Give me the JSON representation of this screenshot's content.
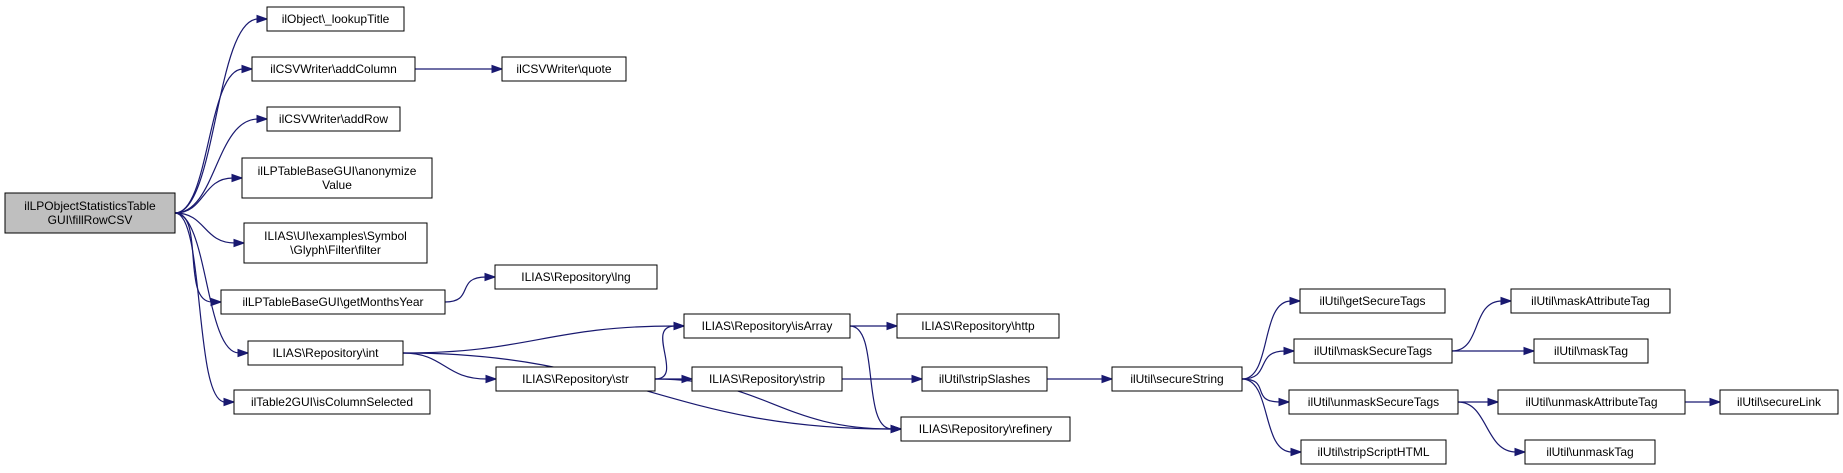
{
  "diagram": {
    "title": "",
    "colors": {
      "edge": "#191970",
      "node_fill": "#ffffff",
      "root_fill": "#bfbfbf",
      "node_border": "#000000"
    },
    "nodes": [
      {
        "id": "root",
        "label": [
          "ilLPObjectStatisticsTable",
          "GUI\\fillRowCSV"
        ],
        "highlight": true
      },
      {
        "id": "lookupTitle",
        "label": [
          "ilObject\\_lookupTitle"
        ]
      },
      {
        "id": "addColumn",
        "label": [
          "ilCSVWriter\\addColumn"
        ]
      },
      {
        "id": "quote",
        "label": [
          "ilCSVWriter\\quote"
        ]
      },
      {
        "id": "addRow",
        "label": [
          "ilCSVWriter\\addRow"
        ]
      },
      {
        "id": "anonymize",
        "label": [
          "ilLPTableBaseGUI\\anonymize",
          "Value"
        ]
      },
      {
        "id": "filter",
        "label": [
          "ILIAS\\UI\\examples\\Symbol",
          "\\Glyph\\Filter\\filter"
        ]
      },
      {
        "id": "getMonths",
        "label": [
          "ilLPTableBaseGUI\\getMonthsYear"
        ]
      },
      {
        "id": "lng",
        "label": [
          "ILIAS\\Repository\\lng"
        ]
      },
      {
        "id": "int",
        "label": [
          "ILIAS\\Repository\\int"
        ]
      },
      {
        "id": "isColSel",
        "label": [
          "ilTable2GUI\\isColumnSelected"
        ]
      },
      {
        "id": "isArray",
        "label": [
          "ILIAS\\Repository\\isArray"
        ]
      },
      {
        "id": "http",
        "label": [
          "ILIAS\\Repository\\http"
        ]
      },
      {
        "id": "str",
        "label": [
          "ILIAS\\Repository\\str"
        ]
      },
      {
        "id": "strip",
        "label": [
          "ILIAS\\Repository\\strip"
        ]
      },
      {
        "id": "refinery",
        "label": [
          "ILIAS\\Repository\\refinery"
        ]
      },
      {
        "id": "stripSlashes",
        "label": [
          "ilUtil\\stripSlashes"
        ]
      },
      {
        "id": "secureString",
        "label": [
          "ilUtil\\secureString"
        ]
      },
      {
        "id": "getSecureTags",
        "label": [
          "ilUtil\\getSecureTags"
        ]
      },
      {
        "id": "maskSecureTags",
        "label": [
          "ilUtil\\maskSecureTags"
        ]
      },
      {
        "id": "unmaskSecureTags",
        "label": [
          "ilUtil\\unmaskSecureTags"
        ]
      },
      {
        "id": "stripScriptHTML",
        "label": [
          "ilUtil\\stripScriptHTML"
        ]
      },
      {
        "id": "maskAttributeTag",
        "label": [
          "ilUtil\\maskAttributeTag"
        ]
      },
      {
        "id": "maskTag",
        "label": [
          "ilUtil\\maskTag"
        ]
      },
      {
        "id": "unmaskAttributeTag",
        "label": [
          "ilUtil\\unmaskAttributeTag"
        ]
      },
      {
        "id": "unmaskTag",
        "label": [
          "ilUtil\\unmaskTag"
        ]
      },
      {
        "id": "secureLink",
        "label": [
          "ilUtil\\secureLink"
        ]
      }
    ],
    "edges": [
      [
        "root",
        "lookupTitle"
      ],
      [
        "root",
        "addColumn"
      ],
      [
        "root",
        "addRow"
      ],
      [
        "root",
        "anonymize"
      ],
      [
        "root",
        "filter"
      ],
      [
        "root",
        "getMonths"
      ],
      [
        "root",
        "int"
      ],
      [
        "root",
        "isColSel"
      ],
      [
        "addColumn",
        "quote"
      ],
      [
        "getMonths",
        "lng"
      ],
      [
        "int",
        "isArray"
      ],
      [
        "int",
        "str"
      ],
      [
        "int",
        "refinery"
      ],
      [
        "isArray",
        "http"
      ],
      [
        "isArray",
        "refinery"
      ],
      [
        "str",
        "isArray"
      ],
      [
        "str",
        "strip"
      ],
      [
        "str",
        "refinery"
      ],
      [
        "strip",
        "stripSlashes"
      ],
      [
        "stripSlashes",
        "secureString"
      ],
      [
        "secureString",
        "getSecureTags"
      ],
      [
        "secureString",
        "maskSecureTags"
      ],
      [
        "secureString",
        "unmaskSecureTags"
      ],
      [
        "secureString",
        "stripScriptHTML"
      ],
      [
        "maskSecureTags",
        "maskAttributeTag"
      ],
      [
        "maskSecureTags",
        "maskTag"
      ],
      [
        "unmaskSecureTags",
        "unmaskAttributeTag"
      ],
      [
        "unmaskSecureTags",
        "unmaskTag"
      ],
      [
        "unmaskAttributeTag",
        "secureLink"
      ]
    ]
  }
}
